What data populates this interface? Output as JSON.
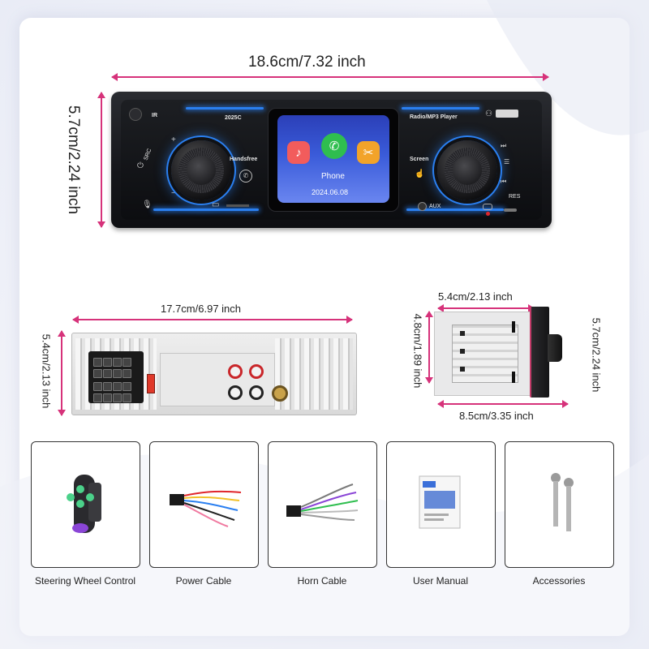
{
  "dimensions": {
    "front_width": "18.6cm/7.32 inch",
    "front_height": "5.7cm/2.24 inch",
    "rear_width": "17.7cm/6.97 inch",
    "rear_height": "5.4cm/2.13 inch",
    "side_top": "5.4cm/2.13 inch",
    "side_inner_height": "4.8cm/1.89 inch",
    "side_height": "5.7cm/2.24 inch",
    "side_depth": "8.5cm/3.35 inch"
  },
  "radio": {
    "ir": "IR",
    "model": "2025C",
    "player": "Radio/MP3 Player",
    "handsfree": "Handsfree",
    "screen_btn": "Screen",
    "aux": "AUX",
    "res": "RES",
    "src": "SRC",
    "screen": {
      "app_label": "Phone",
      "date": "2024.06.08"
    }
  },
  "accessories": [
    {
      "label": "Steering Wheel Control"
    },
    {
      "label": "Power Cable"
    },
    {
      "label": "Horn Cable"
    },
    {
      "label": "User Manual"
    },
    {
      "label": "Accessories"
    }
  ],
  "colors": {
    "accent_arrow": "#d6327a",
    "glow_blue": "#2a7ff0"
  }
}
